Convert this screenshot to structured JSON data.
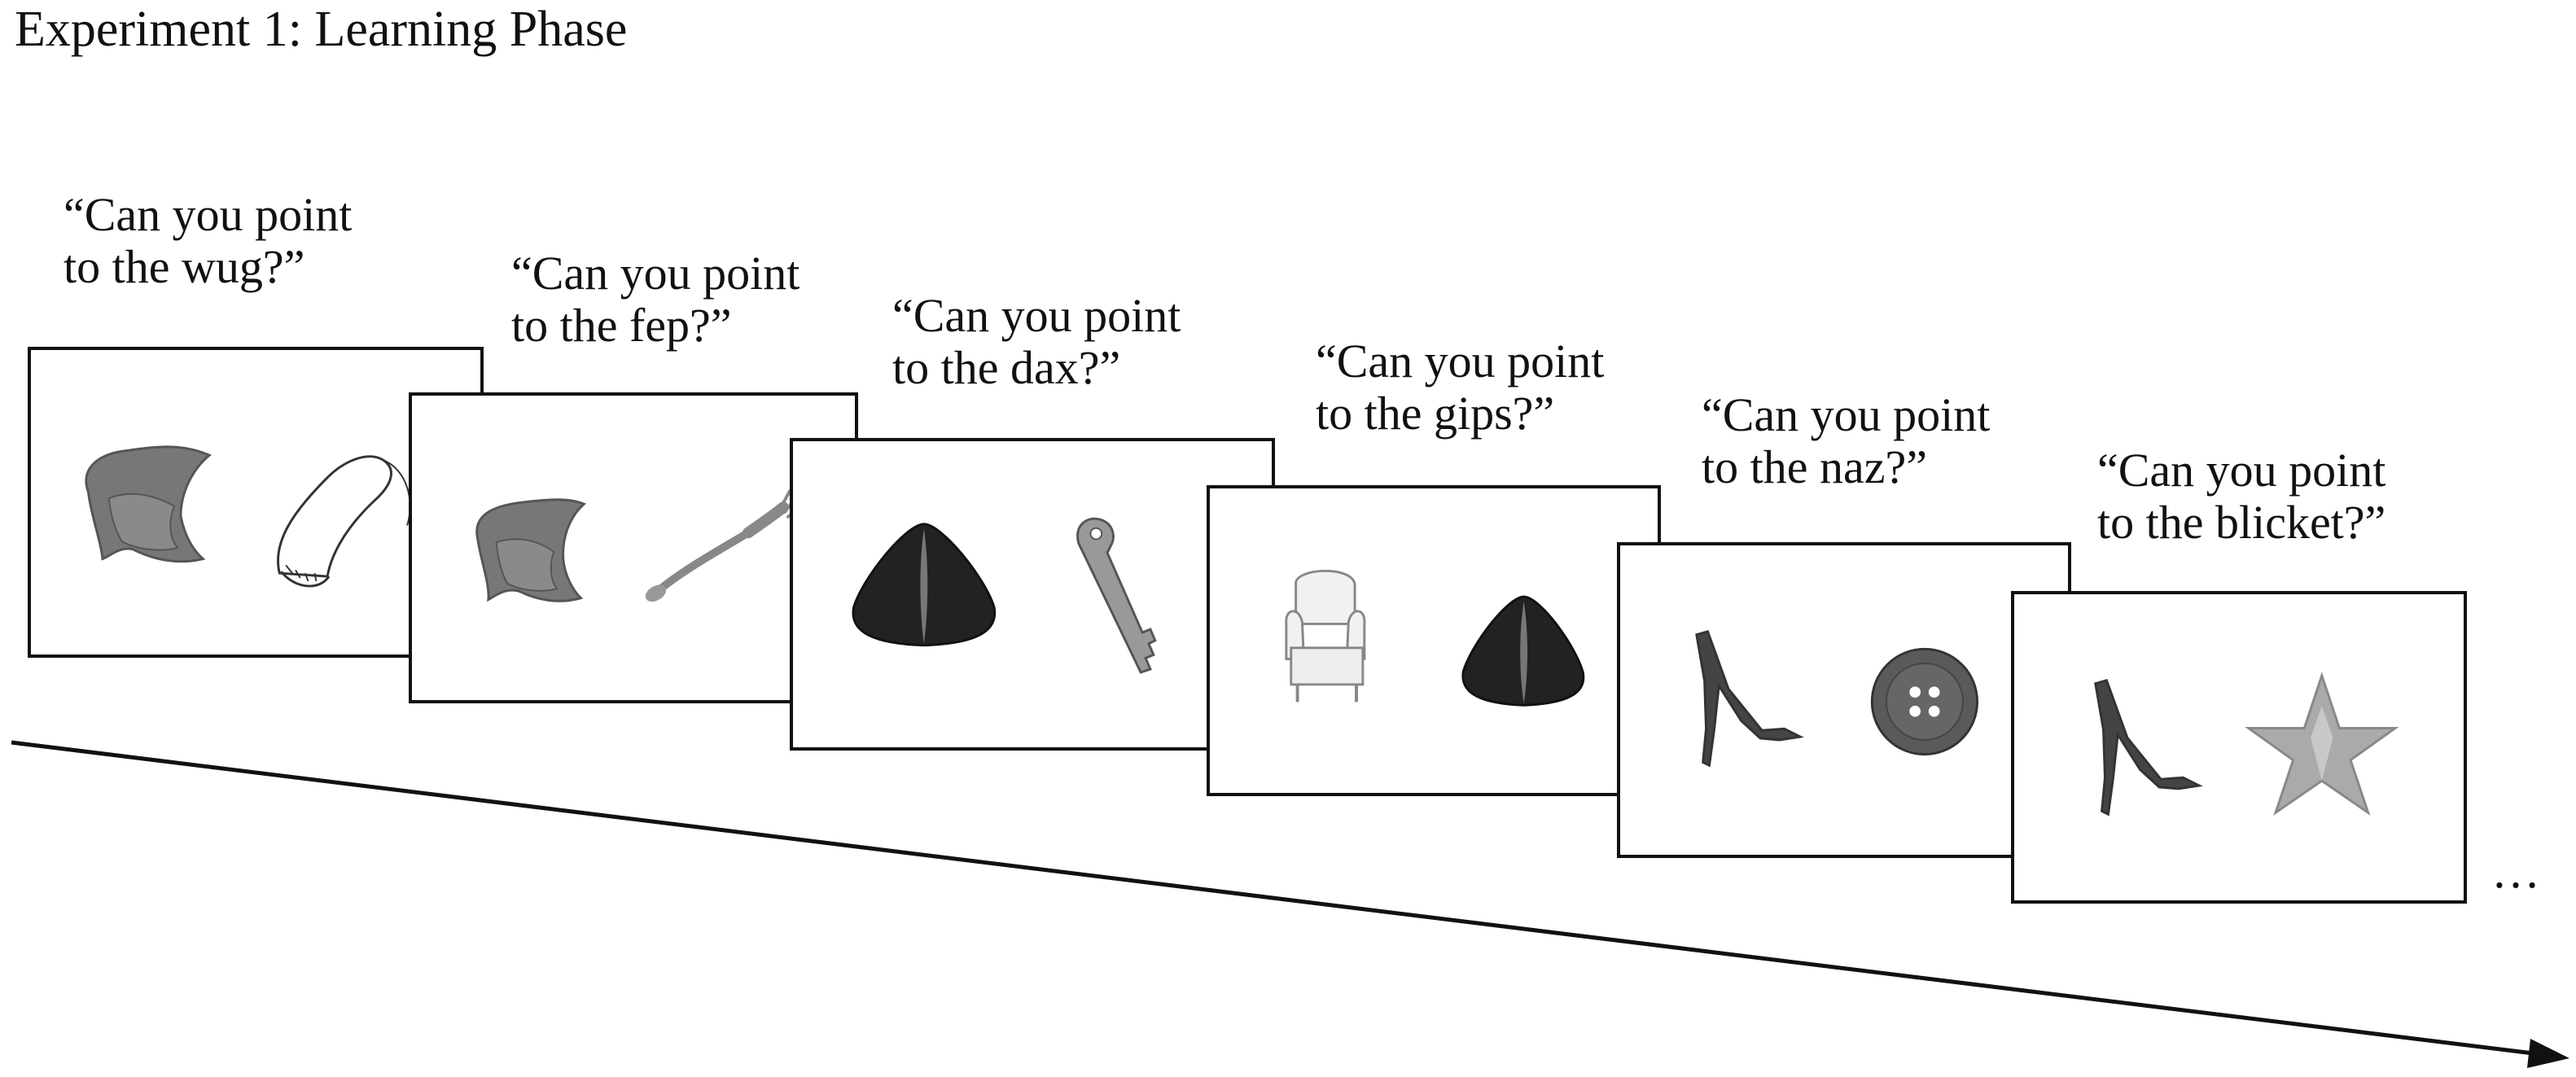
{
  "title": "Experiment 1: Learning Phase",
  "trials": [
    {
      "line1": "“Can you point",
      "line2": "to the wug?”",
      "left_object_icon": "wug-novel-object-icon",
      "right_object_icon": "corn-icon"
    },
    {
      "line1": "“Can you point",
      "line2": "to the fep?”",
      "left_object_icon": "wug-novel-object-icon",
      "right_object_icon": "fork-icon"
    },
    {
      "line1": "“Can you point",
      "line2": "to the dax?”",
      "left_object_icon": "dax-novel-object-icon",
      "right_object_icon": "key-icon"
    },
    {
      "line1": "“Can you point",
      "line2": "to the gips?”",
      "left_object_icon": "armchair-icon",
      "right_object_icon": "dax-novel-object-icon"
    },
    {
      "line1": "“Can you point",
      "line2": "to the naz?”",
      "left_object_icon": "naz-novel-object-icon",
      "right_object_icon": "button-icon"
    },
    {
      "line1": "“Can you point",
      "line2": "to the blicket?”",
      "left_object_icon": "naz-novel-object-icon",
      "right_object_icon": "star-icon"
    }
  ],
  "ellipsis": "…",
  "timeline_icon": "timeline-arrow-icon"
}
